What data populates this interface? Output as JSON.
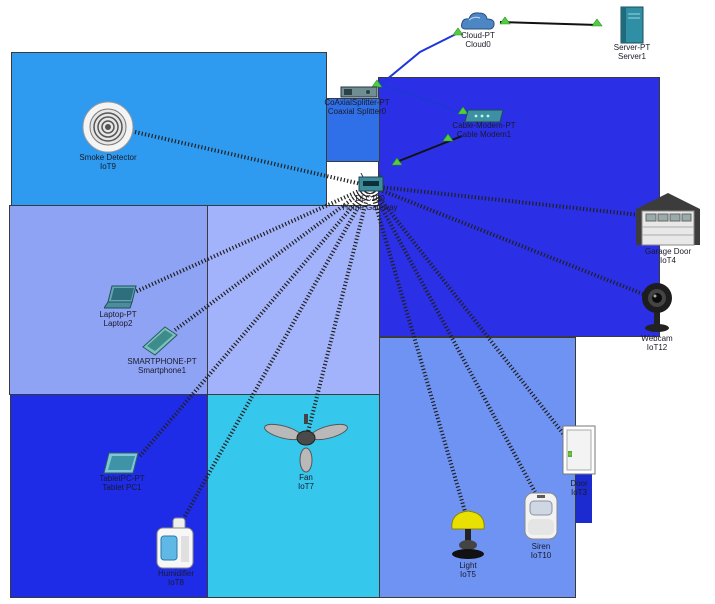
{
  "devices": {
    "cloud": {
      "type": "Cloud-PT",
      "name": "Cloud0"
    },
    "server": {
      "type": "Server-PT",
      "name": "Server1"
    },
    "splitter": {
      "type": "CoAxialSplitter-PT",
      "name": "Coaxial Splitter0"
    },
    "modem": {
      "type": "Cable-Modem-PT",
      "name": "Cable Modem1"
    },
    "gateway": {
      "type": "DLC100",
      "name": "Home Gateway"
    },
    "smoke": {
      "type": "Smoke Detector",
      "name": "IoT9"
    },
    "garage": {
      "type": "Garage Door",
      "name": "IoT4"
    },
    "webcam": {
      "type": "Webcam",
      "name": "IoT12"
    },
    "laptop": {
      "type": "Laptop-PT",
      "name": "Laptop2"
    },
    "smartphone": {
      "type": "SMARTPHONE-PT",
      "name": "Smartphone1"
    },
    "tablet": {
      "type": "TabletPC-PT",
      "name": "Tablet PC1"
    },
    "fan": {
      "type": "Fan",
      "name": "IoT7"
    },
    "door": {
      "type": "Door",
      "name": "IoT3"
    },
    "light": {
      "type": "Light",
      "name": "IoT5"
    },
    "siren": {
      "type": "Siren",
      "name": "IoT10"
    },
    "humidifier": {
      "type": "Humidifier",
      "name": "IoT8"
    }
  },
  "colors": {
    "zone_top_left": "#2e9bf0",
    "zone_top_right": "#2b2fe6",
    "zone_small_mid": "#2f6fe8",
    "zone_mid_left": "#8fa3f5",
    "zone_mid_center": "#a3b3fb",
    "zone_bottom_left": "#1e2ce8",
    "zone_bottom_center": "#36c7ec",
    "zone_bottom_right": "#6f93f3",
    "door_strip": "#1b2bd0",
    "coax_link": "#1f36d8",
    "copper_link": "#111111",
    "wireless_link": "#202020",
    "link_endpoint": "#4fcf3f"
  }
}
